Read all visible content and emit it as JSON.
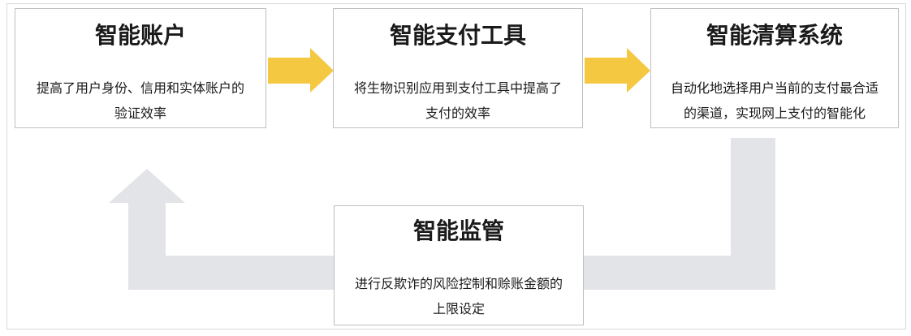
{
  "colors": {
    "forward_arrow": "#f5c842",
    "loop_arrow": "#e3e4e8",
    "box_border": "#bfbfbf",
    "text": "#1a1a1a"
  },
  "boxes": {
    "account": {
      "title": "智能账户",
      "desc_line1": "提高了用户身份、信用和实体账户的",
      "desc_line2": "验证效率"
    },
    "payment": {
      "title": "智能支付工具",
      "desc_line1": "将生物识别应用到支付工具中提高了",
      "desc_line2": "支付的效率"
    },
    "clearing": {
      "title": "智能清算系统",
      "desc_line1": "自动化地选择用户当前的支付最合适",
      "desc_line2": "的渠道，实现网上支付的智能化"
    },
    "supervision": {
      "title": "智能监管",
      "desc_line1": "进行反欺诈的风险控制和赊账金额的",
      "desc_line2": "上限设定"
    }
  }
}
